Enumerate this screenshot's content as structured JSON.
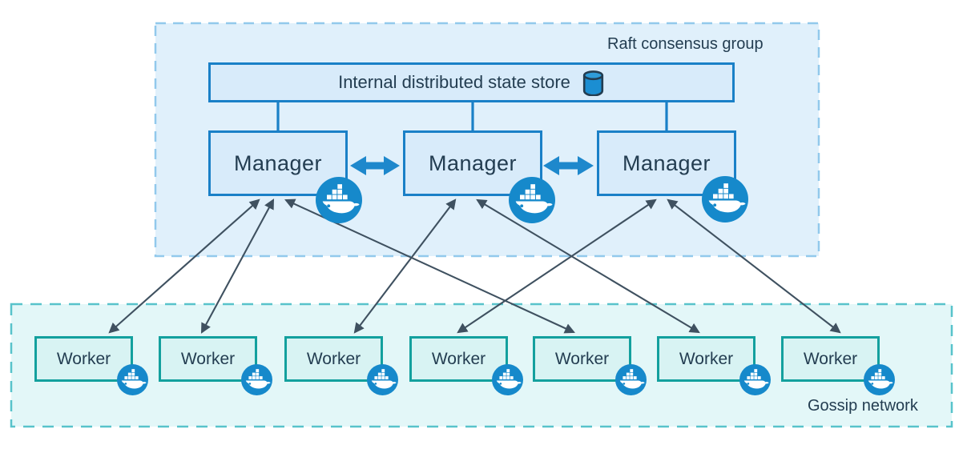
{
  "diagram": {
    "type": "architecture-diagram",
    "subject": "Docker Swarm node architecture",
    "raft_group": {
      "label": "Raft consensus group"
    },
    "state_store": {
      "label": "Internal distributed state store",
      "icon": "database-cylinder-icon"
    },
    "managers": [
      {
        "id": "manager-1",
        "label": "Manager",
        "badge_icon": "docker-whale-icon"
      },
      {
        "id": "manager-2",
        "label": "Manager",
        "badge_icon": "docker-whale-icon"
      },
      {
        "id": "manager-3",
        "label": "Manager",
        "badge_icon": "docker-whale-icon"
      }
    ],
    "workers": [
      {
        "id": "worker-1",
        "label": "Worker",
        "badge_icon": "docker-whale-icon"
      },
      {
        "id": "worker-2",
        "label": "Worker",
        "badge_icon": "docker-whale-icon"
      },
      {
        "id": "worker-3",
        "label": "Worker",
        "badge_icon": "docker-whale-icon"
      },
      {
        "id": "worker-4",
        "label": "Worker",
        "badge_icon": "docker-whale-icon"
      },
      {
        "id": "worker-5",
        "label": "Worker",
        "badge_icon": "docker-whale-icon"
      },
      {
        "id": "worker-6",
        "label": "Worker",
        "badge_icon": "docker-whale-icon"
      },
      {
        "id": "worker-7",
        "label": "Worker",
        "badge_icon": "docker-whale-icon"
      }
    ],
    "gossip_network": {
      "label": "Gossip network"
    },
    "connections": {
      "store_to_managers": [
        "manager-1",
        "manager-2",
        "manager-3"
      ],
      "manager_peers": [
        {
          "from": "manager-1",
          "to": "manager-2",
          "bidirectional": true,
          "style": "thick-blue"
        },
        {
          "from": "manager-2",
          "to": "manager-3",
          "bidirectional": true,
          "style": "thick-blue"
        }
      ],
      "manager_worker": [
        {
          "from": "manager-1",
          "to": "worker-1",
          "bidirectional": true
        },
        {
          "from": "manager-1",
          "to": "worker-2",
          "bidirectional": true
        },
        {
          "from": "manager-1",
          "to": "worker-5",
          "bidirectional": true
        },
        {
          "from": "manager-2",
          "to": "worker-3",
          "bidirectional": true
        },
        {
          "from": "manager-2",
          "to": "worker-6",
          "bidirectional": true
        },
        {
          "from": "manager-3",
          "to": "worker-4",
          "bidirectional": true
        },
        {
          "from": "manager-3",
          "to": "worker-7",
          "bidirectional": true
        }
      ]
    },
    "colors": {
      "docker_blue": "#1689cb",
      "manager_box_border": "#1a80c7",
      "manager_box_fill": "#d8ebfa",
      "raft_group_fill": "#e0f0fb",
      "raft_group_border": "#92c9ec",
      "worker_box_border": "#13a09e",
      "worker_box_fill": "#d8f3f3",
      "gossip_fill": "#e3f7f8",
      "gossip_border": "#58c3cb",
      "link_line": "#3f5160",
      "text": "#233d51",
      "background": "#ffffff"
    }
  }
}
